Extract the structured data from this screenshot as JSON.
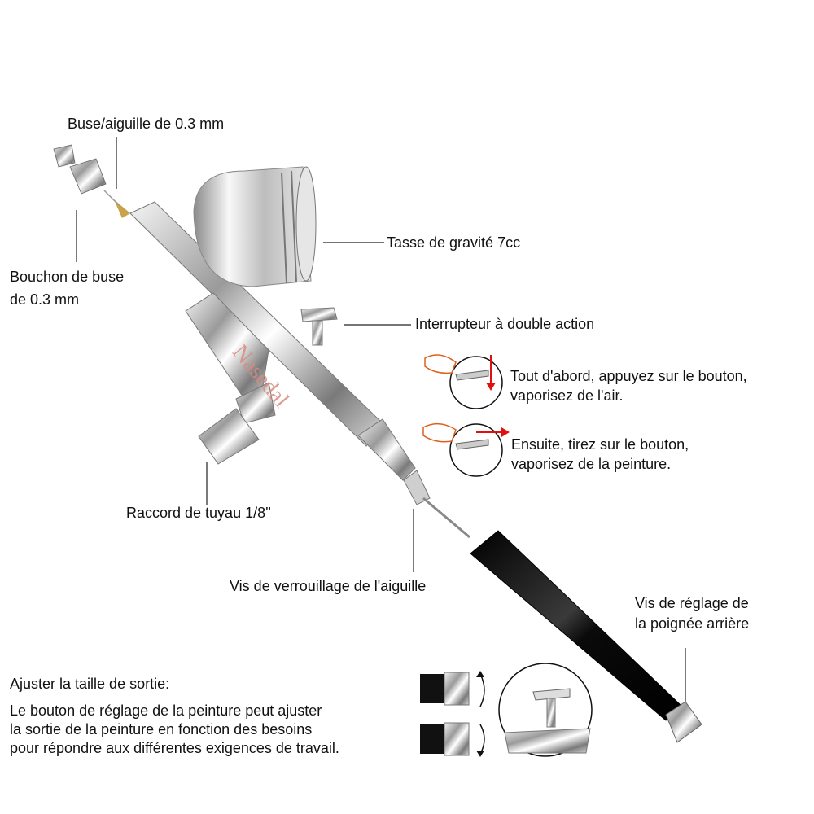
{
  "labels": {
    "nozzle_needle": "Buse/aiguille de 0.3 mm",
    "gravity_cup": "Tasse de gravité 7cc",
    "nozzle_cap_1": "Bouchon de buse",
    "nozzle_cap_2": "de 0.3 mm",
    "dual_action_trigger": "Interrupteur à double action",
    "step1_line1": "Tout d'abord, appuyez sur le bouton,",
    "step1_line2": "vaporisez de l'air.",
    "step2_line1": "Ensuite, tirez sur le bouton,",
    "step2_line2": "vaporisez de la peinture.",
    "hose_fitting": "Raccord de tuyau 1/8''",
    "needle_lock_screw": "Vis de verrouillage de l'aiguille",
    "rear_handle_screw_1": "Vis de réglage de",
    "rear_handle_screw_2": "la poignée arrière"
  },
  "adjust": {
    "title": "Ajuster la taille de sortie:",
    "lines": [
      "Le bouton de réglage de la peinture peut ajuster",
      "la sortie de la peinture en fonction des besoins",
      "pour répondre aux différentes exigences de travail."
    ]
  },
  "watermark": "Nasedal",
  "colors": {
    "arrow": "#e01010",
    "watermark": "#d98a80",
    "handle": "#111111"
  }
}
